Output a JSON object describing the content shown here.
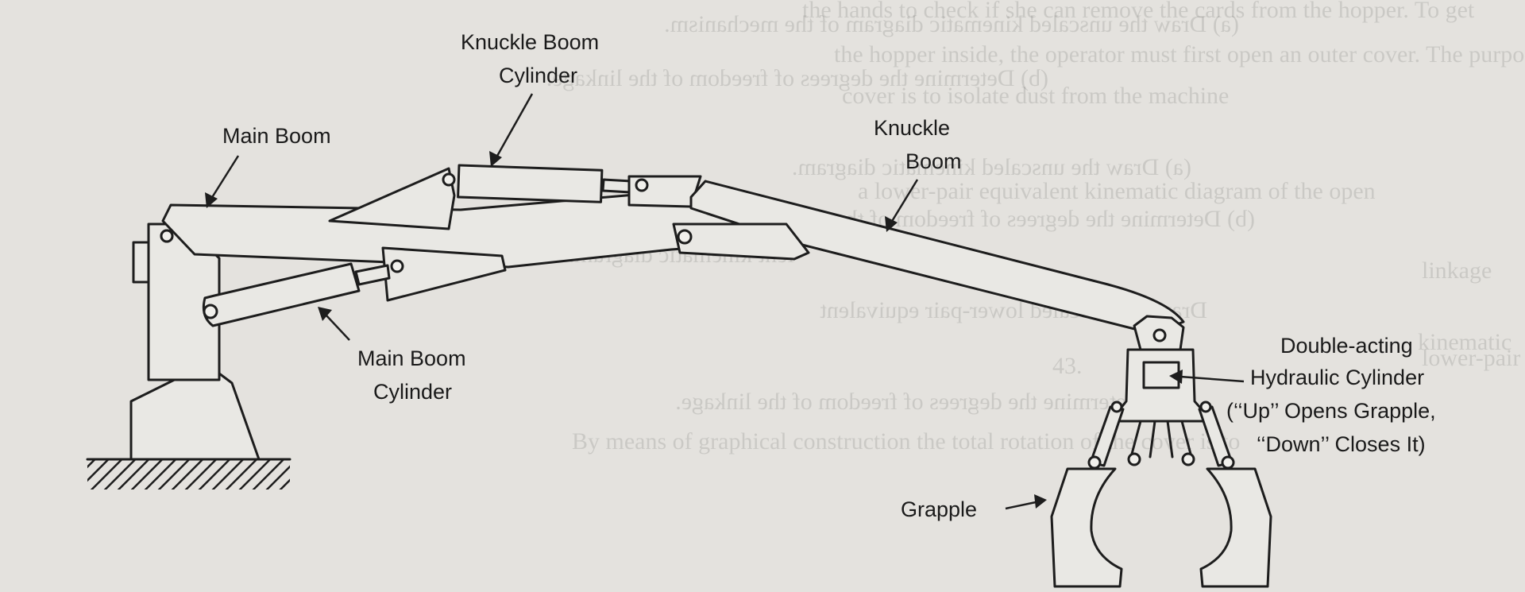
{
  "labels": {
    "knuckle_boom_cylinder": [
      "Knuckle Boom",
      "Cylinder"
    ],
    "main_boom": "Main Boom",
    "knuckle_boom": [
      "Knuckle",
      "Boom"
    ],
    "main_boom_cylinder": [
      "Main Boom",
      "Cylinder"
    ],
    "double_acting_cylinder": [
      "Double-acting",
      "Hydraulic Cylinder",
      "(‘‘Up’’ Opens Grapple,",
      "‘‘Down’’ Closes It)"
    ],
    "grapple": "Grapple"
  },
  "bleed_through": [
    "(a) Draw the unscaled kinematic diagram of the mechanism.",
    "(b) Determine the degrees of freedom of the linkage.",
    "(a) Draw the unscaled kinematic diagram.",
    "(b) Determine the degrees of freedom of the",
    "lent kinematic diagram.",
    "Draw the unscaled lower-pair equivalent",
    "Determine the degrees of freedom of the linkage.",
    "the hands to check if she can remove the cards from the hopper. To get",
    "the hopper inside, the operator must first open an outer cover. The purpose of this outer",
    "cover is to isolate dust from the machine",
    "a lower-pair equivalent kinematic diagram of the open",
    "By means of graphical construction the total rotation of the cover is to",
    "kinematic",
    "lower-pair",
    "linkage",
    "43."
  ]
}
